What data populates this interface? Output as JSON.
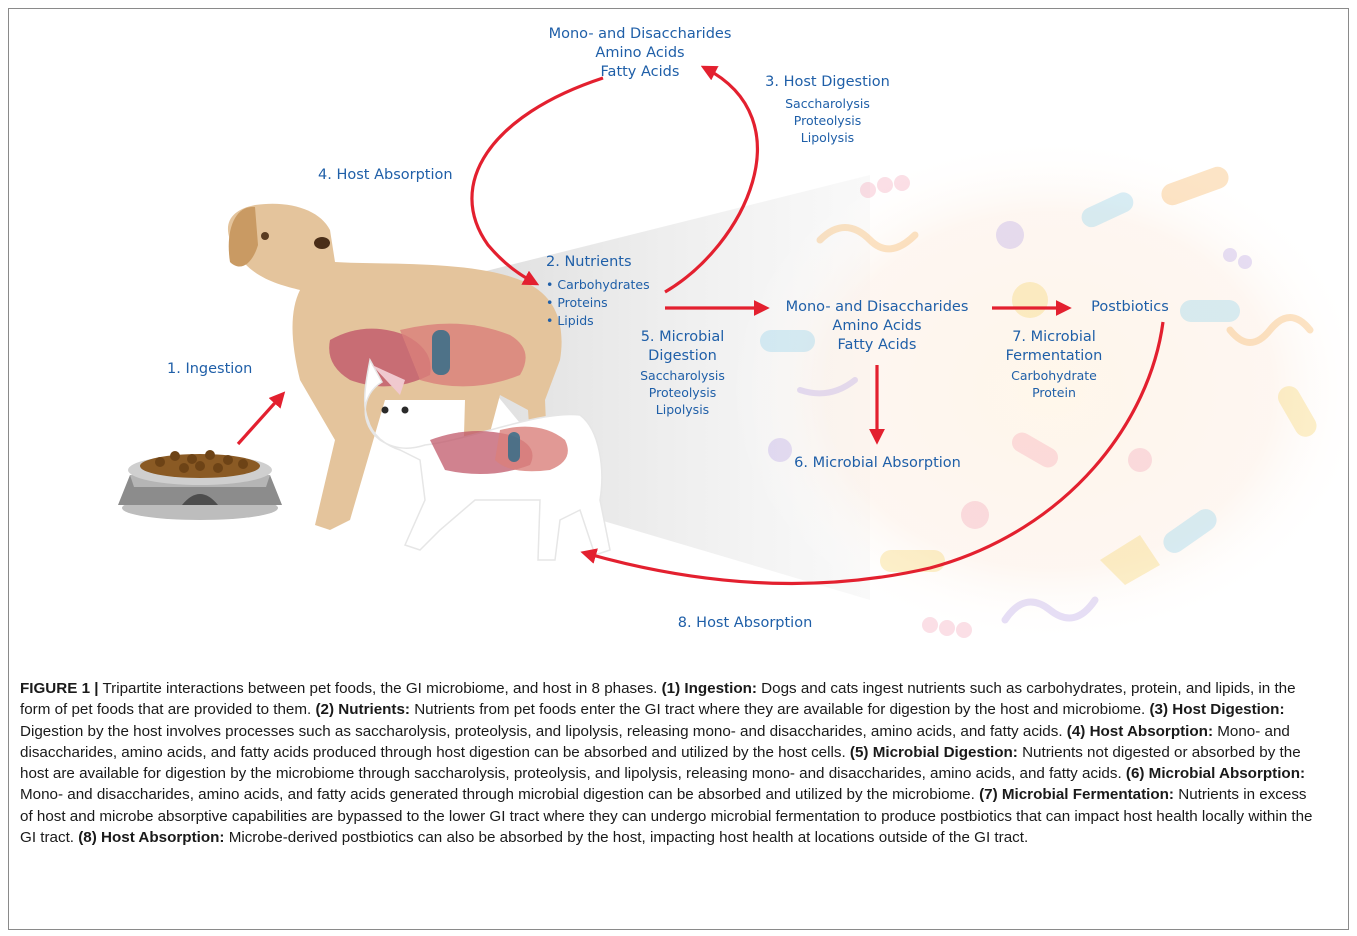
{
  "labels": {
    "top_products": [
      "Mono- and Disaccharides",
      "Amino Acids",
      "Fatty Acids"
    ],
    "host_digestion_title": "3. Host Digestion",
    "host_digestion_items": [
      "Saccharolysis",
      "Proteolysis",
      "Lipolysis"
    ],
    "host_absorption_4": "4. Host Absorption",
    "nutrients_title": "2. Nutrients",
    "nutrients_items": [
      "• Carbohydrates",
      "• Proteins",
      "• Lipids"
    ],
    "ingestion": "1. Ingestion",
    "microbial_digestion_title": [
      "5. Microbial",
      "Digestion"
    ],
    "microbial_digestion_items": [
      "Saccharolysis",
      "Proteolysis",
      "Lipolysis"
    ],
    "mid_products": [
      "Mono- and Disaccharides",
      "Amino Acids",
      "Fatty Acids"
    ],
    "postbiotics": "Postbiotics",
    "microbial_fermentation_title": [
      "7. Microbial",
      "Fermentation"
    ],
    "microbial_fermentation_items": [
      "Carbohydrate",
      "Protein"
    ],
    "microbial_absorption": "6. Microbial Absorption",
    "host_absorption_8": "8. Host Absorption"
  },
  "caption": {
    "figure_label": "FIGURE 1 |",
    "intro": " Tripartite interactions between pet foods, the GI microbiome, and host in 8 phases. ",
    "phases": [
      {
        "head": "(1) Ingestion:",
        "text": " Dogs and cats ingest nutrients such as carbohydrates, protein, and lipids, in the form of pet foods that are provided to them. "
      },
      {
        "head": "(2) Nutrients:",
        "text": " Nutrients from pet foods enter the GI tract where they are available for digestion by the host and microbiome. "
      },
      {
        "head": "(3) Host Digestion:",
        "text": " Digestion by the host involves processes such as saccharolysis, proteolysis, and lipolysis, releasing mono- and disaccharides, amino acids, and fatty acids. "
      },
      {
        "head": "(4) Host Absorption:",
        "text": " Mono- and disaccharides, amino acids, and fatty acids produced through host digestion can be absorbed and utilized by the host cells. "
      },
      {
        "head": "(5) Microbial Digestion:",
        "text": " Nutrients not digested or absorbed by the host are available for digestion by the microbiome through saccharolysis, proteolysis, and lipolysis, releasing mono- and disaccharides, amino acids, and fatty acids. "
      },
      {
        "head": "(6) Microbial Absorption:",
        "text": " Mono- and disaccharides, amino acids, and fatty acids generated through microbial digestion can be absorbed and utilized by the microbiome. "
      },
      {
        "head": "(7) Microbial Fermentation:",
        "text": " Nutrients in excess of host and microbe absorptive capabilities are bypassed to the lower GI tract where they can undergo microbial fermentation to produce postbiotics that can impact host health locally within the GI tract. "
      },
      {
        "head": "(8) Host Absorption:",
        "text": " Microbe-derived postbiotics can also be absorbed by the host, impacting host health at locations outside of the GI tract."
      }
    ]
  },
  "colors": {
    "label_blue": "#1f5fa8",
    "arrow_red": "#e3202f",
    "dog": "#e4c49c",
    "cat": "#ffffff"
  }
}
